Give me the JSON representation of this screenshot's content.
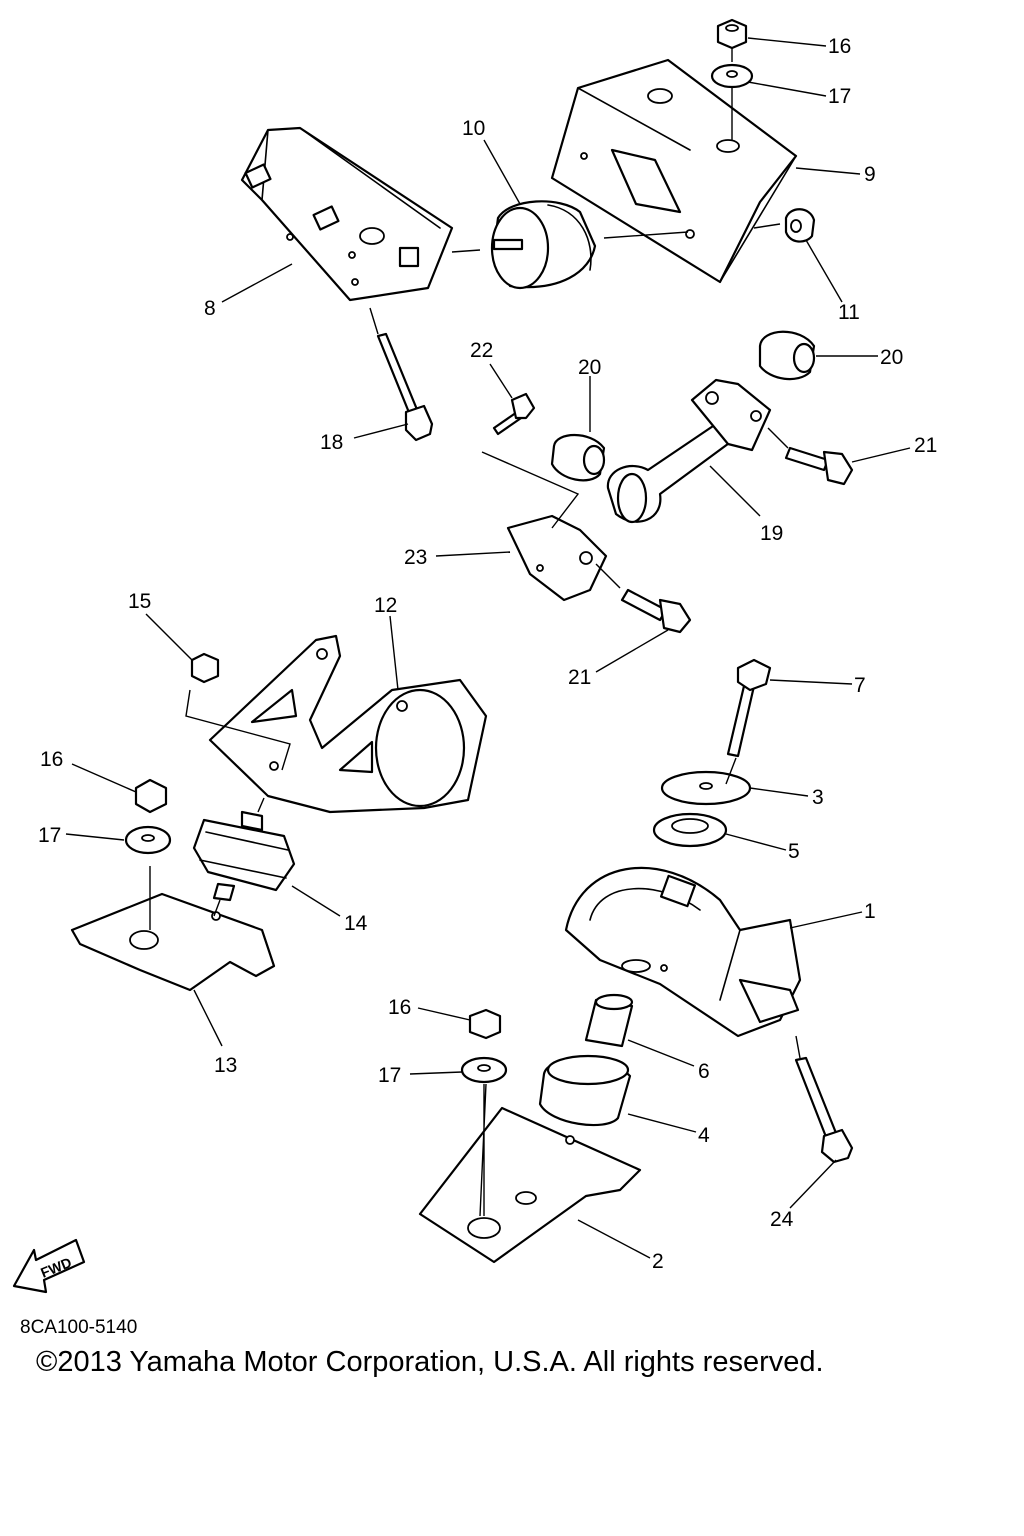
{
  "callouts": {
    "c1": "1",
    "c2": "2",
    "c3": "3",
    "c4": "4",
    "c5": "5",
    "c6": "6",
    "c7": "7",
    "c8": "8",
    "c9": "9",
    "c10": "10",
    "c11": "11",
    "c12": "12",
    "c13": "13",
    "c14": "14",
    "c15": "15",
    "c16a": "16",
    "c16b": "16",
    "c16c": "16",
    "c17a": "17",
    "c17b": "17",
    "c17c": "17",
    "c18": "18",
    "c19": "19",
    "c20a": "20",
    "c20b": "20",
    "c21a": "21",
    "c21b": "21",
    "c22": "22",
    "c23": "23",
    "c24": "24"
  },
  "fwd_label": "FWD",
  "diagram_code": "8CA100-5140",
  "copyright": "©2013 Yamaha Motor Corporation, U.S.A. All rights reserved."
}
